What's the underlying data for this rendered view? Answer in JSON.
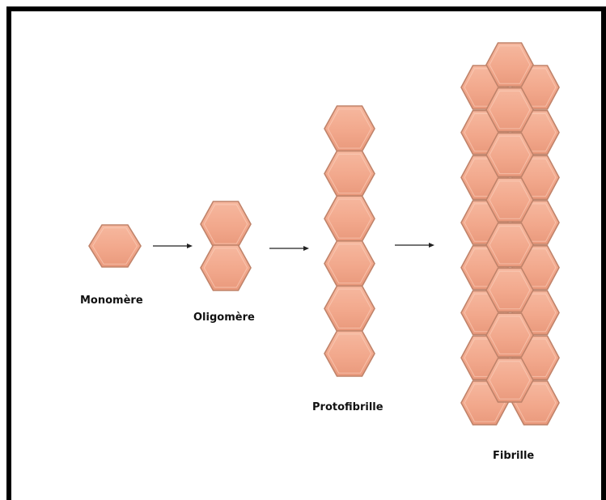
{
  "stages": [
    {
      "key": "monomere",
      "label": "Monomère"
    },
    {
      "key": "oligomere",
      "label": "Oligomère"
    },
    {
      "key": "protofibrille",
      "label": "Protofibrille"
    },
    {
      "key": "fibrille",
      "label": "Fibrille"
    }
  ],
  "colors": {
    "hexagon_fill": "#f2a88c",
    "hexagon_stroke": "#c0836a",
    "hexagon_highlight": "#fbd3c2",
    "arrow": "#222222",
    "frame": "#000000"
  }
}
